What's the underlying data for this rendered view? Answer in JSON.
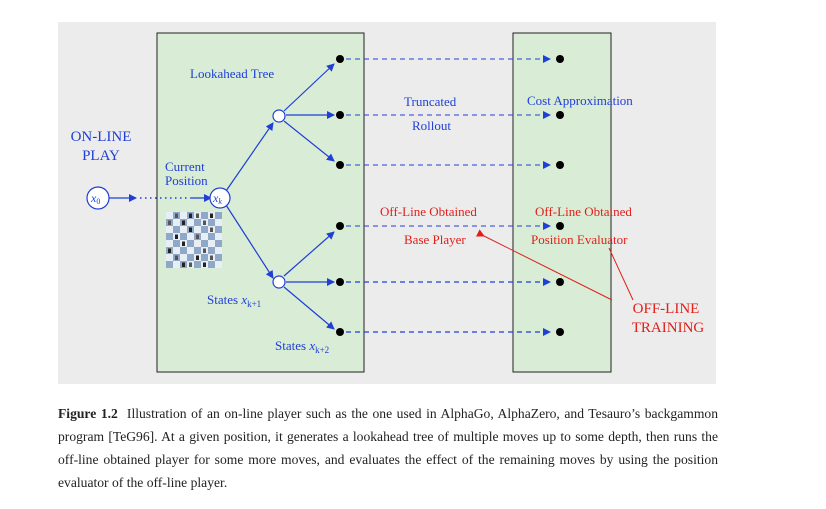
{
  "figure": {
    "labels": {
      "online_play_1": "ON-LINE",
      "online_play_2": "PLAY",
      "x0": "x",
      "x0_sub": "0",
      "xk": "x",
      "xk_sub": "k",
      "current_position_1": "Current",
      "current_position_2": "Position",
      "lookahead_tree": "Lookahead Tree",
      "states_k1": "States",
      "states_k1_var": "x",
      "states_k1_sub": "k+1",
      "states_k2": "States",
      "states_k2_var": "x",
      "states_k2_sub": "k+2",
      "truncated": "Truncated",
      "rollout": "Rollout",
      "cost_approximation": "Cost Approximation",
      "offline_obtained_1": "Off-Line Obtained",
      "base_player": "Base Player",
      "offline_obtained_2": "Off-Line Obtained",
      "position_evaluator": "Position Evaluator",
      "offline_training_1": "OFF-LINE",
      "offline_training_2": "TRAINING"
    },
    "colors": {
      "blue": "#1f3fd6",
      "red": "#e0201b",
      "panel": "#ececec",
      "box_fill": "#d9ecd5"
    }
  },
  "caption": {
    "label": "Figure 1.2",
    "text": "Illustration of an on-line player such as the one used in AlphaGo, AlphaZero, and Tesauro’s backgammon program [TeG96]. At a given position, it generates a lookahead tree of multiple moves up to some depth, then runs the off-line obtained player for some more moves, and evaluates the effect of the remaining moves by using the position evaluator of the off-line player."
  }
}
